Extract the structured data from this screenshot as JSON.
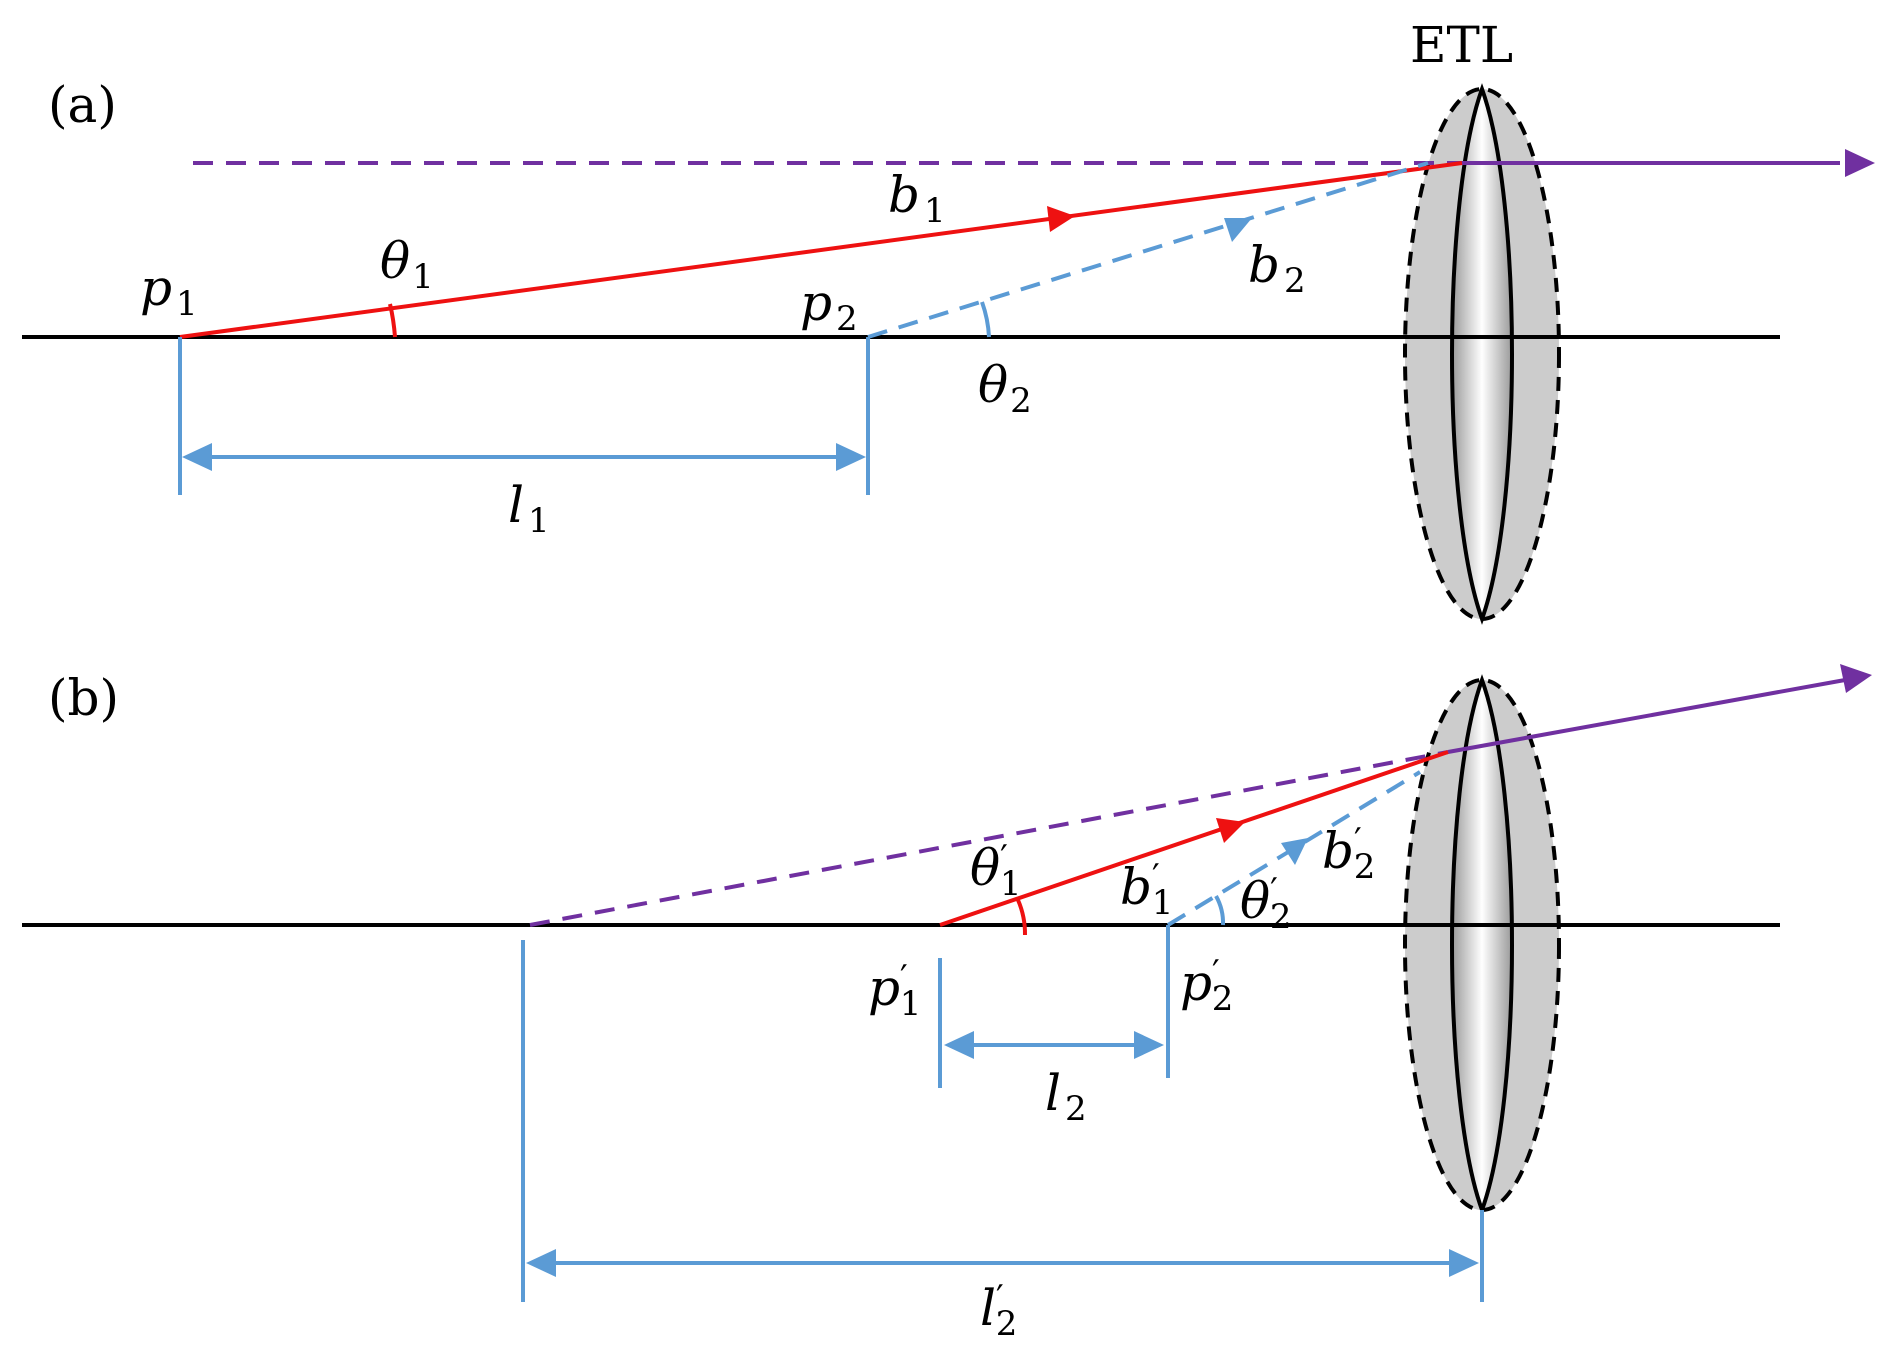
{
  "panels": {
    "a": {
      "label": "(a)"
    },
    "b": {
      "label": "(b)"
    }
  },
  "lens_label": "ETL",
  "labels": {
    "p": "p",
    "b": "b",
    "l": "l",
    "theta": "θ",
    "prime": "′",
    "one": "1",
    "two": "2"
  },
  "colors": {
    "axis": "#000000",
    "red_beam": "#ee1111",
    "blue_beam": "#5b9bd5",
    "purple_beam": "#7030a0",
    "dimension": "#5b9bd5",
    "lens_fill": "#cccccc"
  },
  "icons": {
    "lens": "lens-icon",
    "arrowhead": "arrowhead-icon"
  }
}
